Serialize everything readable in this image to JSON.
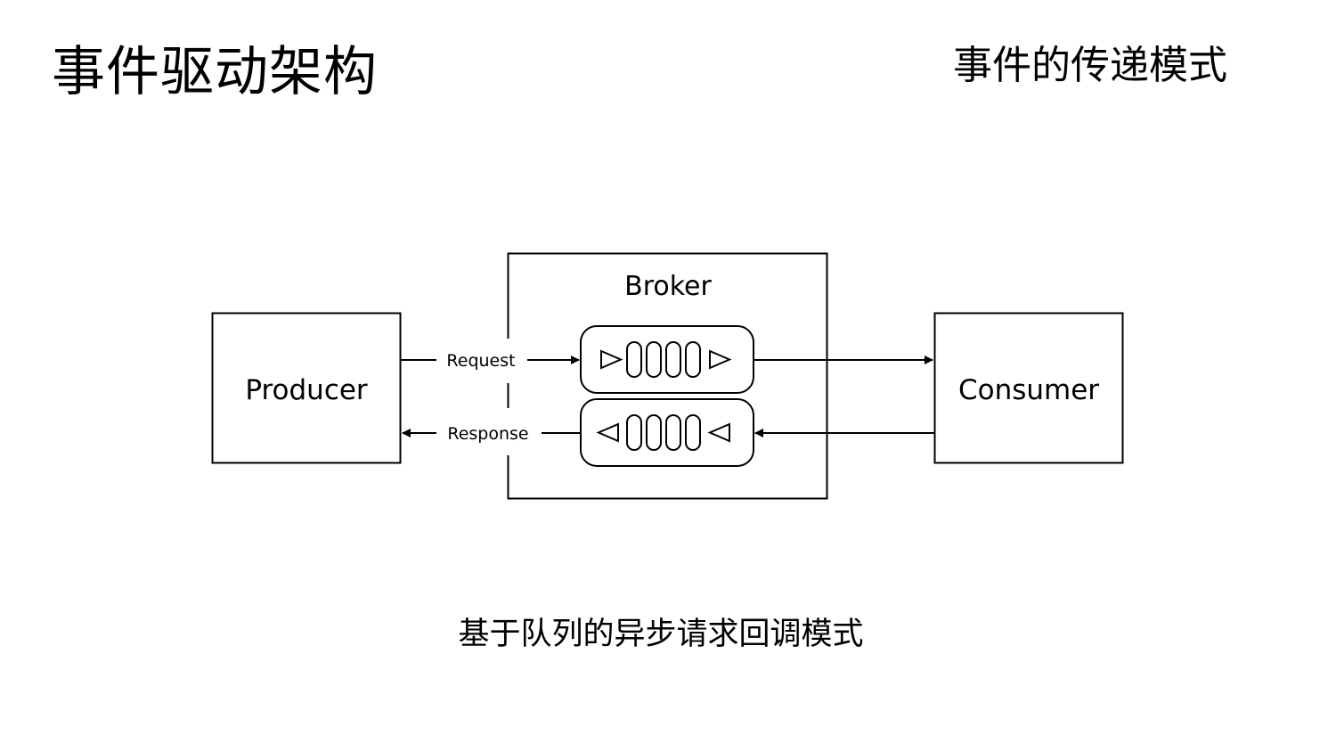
{
  "slide": {
    "title": "事件驱动架构",
    "subtitle": "事件的传递模式",
    "caption": "基于队列的异步请求回调模式"
  },
  "diagram": {
    "producer_label": "Producer",
    "broker_label": "Broker",
    "consumer_label": "Consumer",
    "request_label": "Request",
    "response_label": "Response"
  },
  "colors": {
    "stroke": "#000000",
    "background": "#ffffff"
  }
}
